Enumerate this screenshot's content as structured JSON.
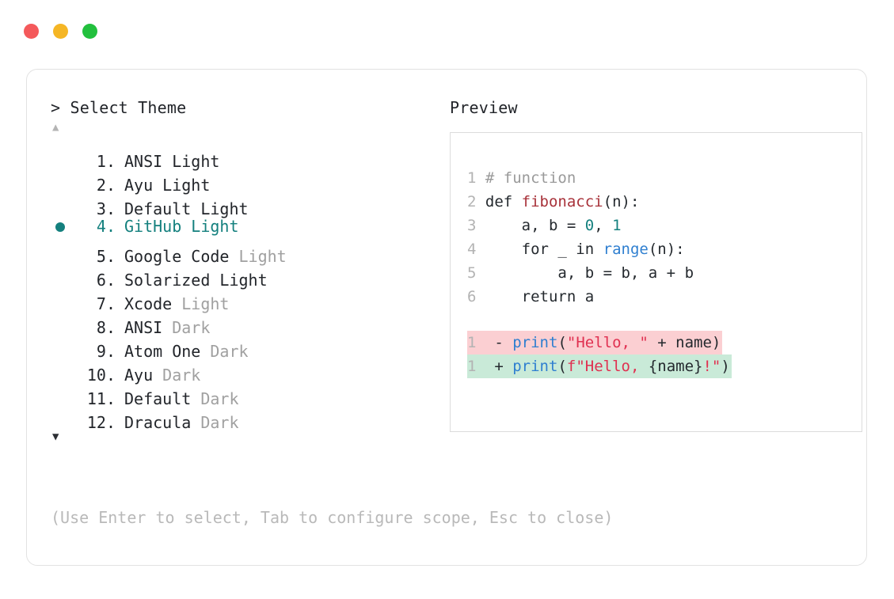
{
  "window": {
    "dots": [
      {
        "name": "close-dot",
        "color": "#f4595b"
      },
      {
        "name": "minimize-dot",
        "color": "#f5b625"
      },
      {
        "name": "maximize-dot",
        "color": "#22c03d"
      }
    ]
  },
  "selector": {
    "title": "> Select Theme",
    "scroll_up": "▲",
    "scroll_down": "▼",
    "bullet": "●",
    "selected_index": 4,
    "accent_color": "#14807e",
    "muted_color": "#a0a0a0",
    "items": [
      {
        "index": "1.",
        "name": "ANSI",
        "suffix": " Light",
        "suffix_muted": false,
        "selected": false
      },
      {
        "index": "2.",
        "name": "Ayu",
        "suffix": " Light",
        "suffix_muted": false,
        "selected": false
      },
      {
        "index": "3.",
        "name": "Default",
        "suffix": " Light",
        "suffix_muted": false,
        "selected": false
      },
      {
        "index": "4.",
        "name": "GitHub",
        "suffix": " Light",
        "suffix_muted": false,
        "selected": true
      },
      {
        "index": "5.",
        "name": "Google Code",
        "suffix": " Light",
        "suffix_muted": true,
        "selected": false
      },
      {
        "index": "6.",
        "name": "Solarized",
        "suffix": " Light",
        "suffix_muted": false,
        "selected": false
      },
      {
        "index": "7.",
        "name": "Xcode",
        "suffix": " Light",
        "suffix_muted": true,
        "selected": false
      },
      {
        "index": "8.",
        "name": "ANSI",
        "suffix": " Dark",
        "suffix_muted": true,
        "selected": false
      },
      {
        "index": "9.",
        "name": "Atom One",
        "suffix": " Dark",
        "suffix_muted": true,
        "selected": false
      },
      {
        "index": "10.",
        "name": "Ayu",
        "suffix": " Dark",
        "suffix_muted": true,
        "selected": false
      },
      {
        "index": "11.",
        "name": "Default",
        "suffix": " Dark",
        "suffix_muted": true,
        "selected": false
      },
      {
        "index": "12.",
        "name": "Dracula",
        "suffix": " Dark",
        "suffix_muted": true,
        "selected": false
      }
    ]
  },
  "preview": {
    "title": "Preview",
    "code_lines": [
      {
        "ln": "1",
        "tokens": [
          {
            "t": "# function",
            "c": "comment"
          }
        ]
      },
      {
        "ln": "2",
        "tokens": [
          {
            "t": "def ",
            "c": "kw"
          },
          {
            "t": "fibonacci",
            "c": "fn"
          },
          {
            "t": "(n):",
            "c": "plain"
          }
        ]
      },
      {
        "ln": "3",
        "tokens": [
          {
            "t": "    a, b = ",
            "c": "plain"
          },
          {
            "t": "0",
            "c": "num"
          },
          {
            "t": ", ",
            "c": "plain"
          },
          {
            "t": "1",
            "c": "num"
          }
        ]
      },
      {
        "ln": "4",
        "tokens": [
          {
            "t": "    for _ in ",
            "c": "plain"
          },
          {
            "t": "range",
            "c": "builtin"
          },
          {
            "t": "(n):",
            "c": "plain"
          }
        ]
      },
      {
        "ln": "5",
        "tokens": [
          {
            "t": "        a, b = b, a + b",
            "c": "plain"
          }
        ]
      },
      {
        "ln": "6",
        "tokens": [
          {
            "t": "    return a",
            "c": "plain"
          }
        ]
      },
      {
        "blank": true
      },
      {
        "ln": "1",
        "diff": "del",
        "bg": "#fbcfd2",
        "tokens": [
          {
            "t": " - ",
            "c": "plain"
          },
          {
            "t": "print",
            "c": "builtin"
          },
          {
            "t": "(",
            "c": "plain"
          },
          {
            "t": "\"Hello, \"",
            "c": "str"
          },
          {
            "t": " + name)",
            "c": "plain"
          }
        ]
      },
      {
        "ln": "1",
        "diff": "add",
        "bg": "#c9ead8",
        "tokens": [
          {
            "t": " + ",
            "c": "plain"
          },
          {
            "t": "print",
            "c": "builtin"
          },
          {
            "t": "(",
            "c": "plain"
          },
          {
            "t": "f\"Hello, ",
            "c": "str"
          },
          {
            "t": "{name}",
            "c": "plain"
          },
          {
            "t": "!\"",
            "c": "str"
          },
          {
            "t": ")",
            "c": "plain"
          }
        ]
      }
    ]
  },
  "footer": {
    "hint": "(Use Enter to select, Tab to configure scope, Esc to close)"
  }
}
